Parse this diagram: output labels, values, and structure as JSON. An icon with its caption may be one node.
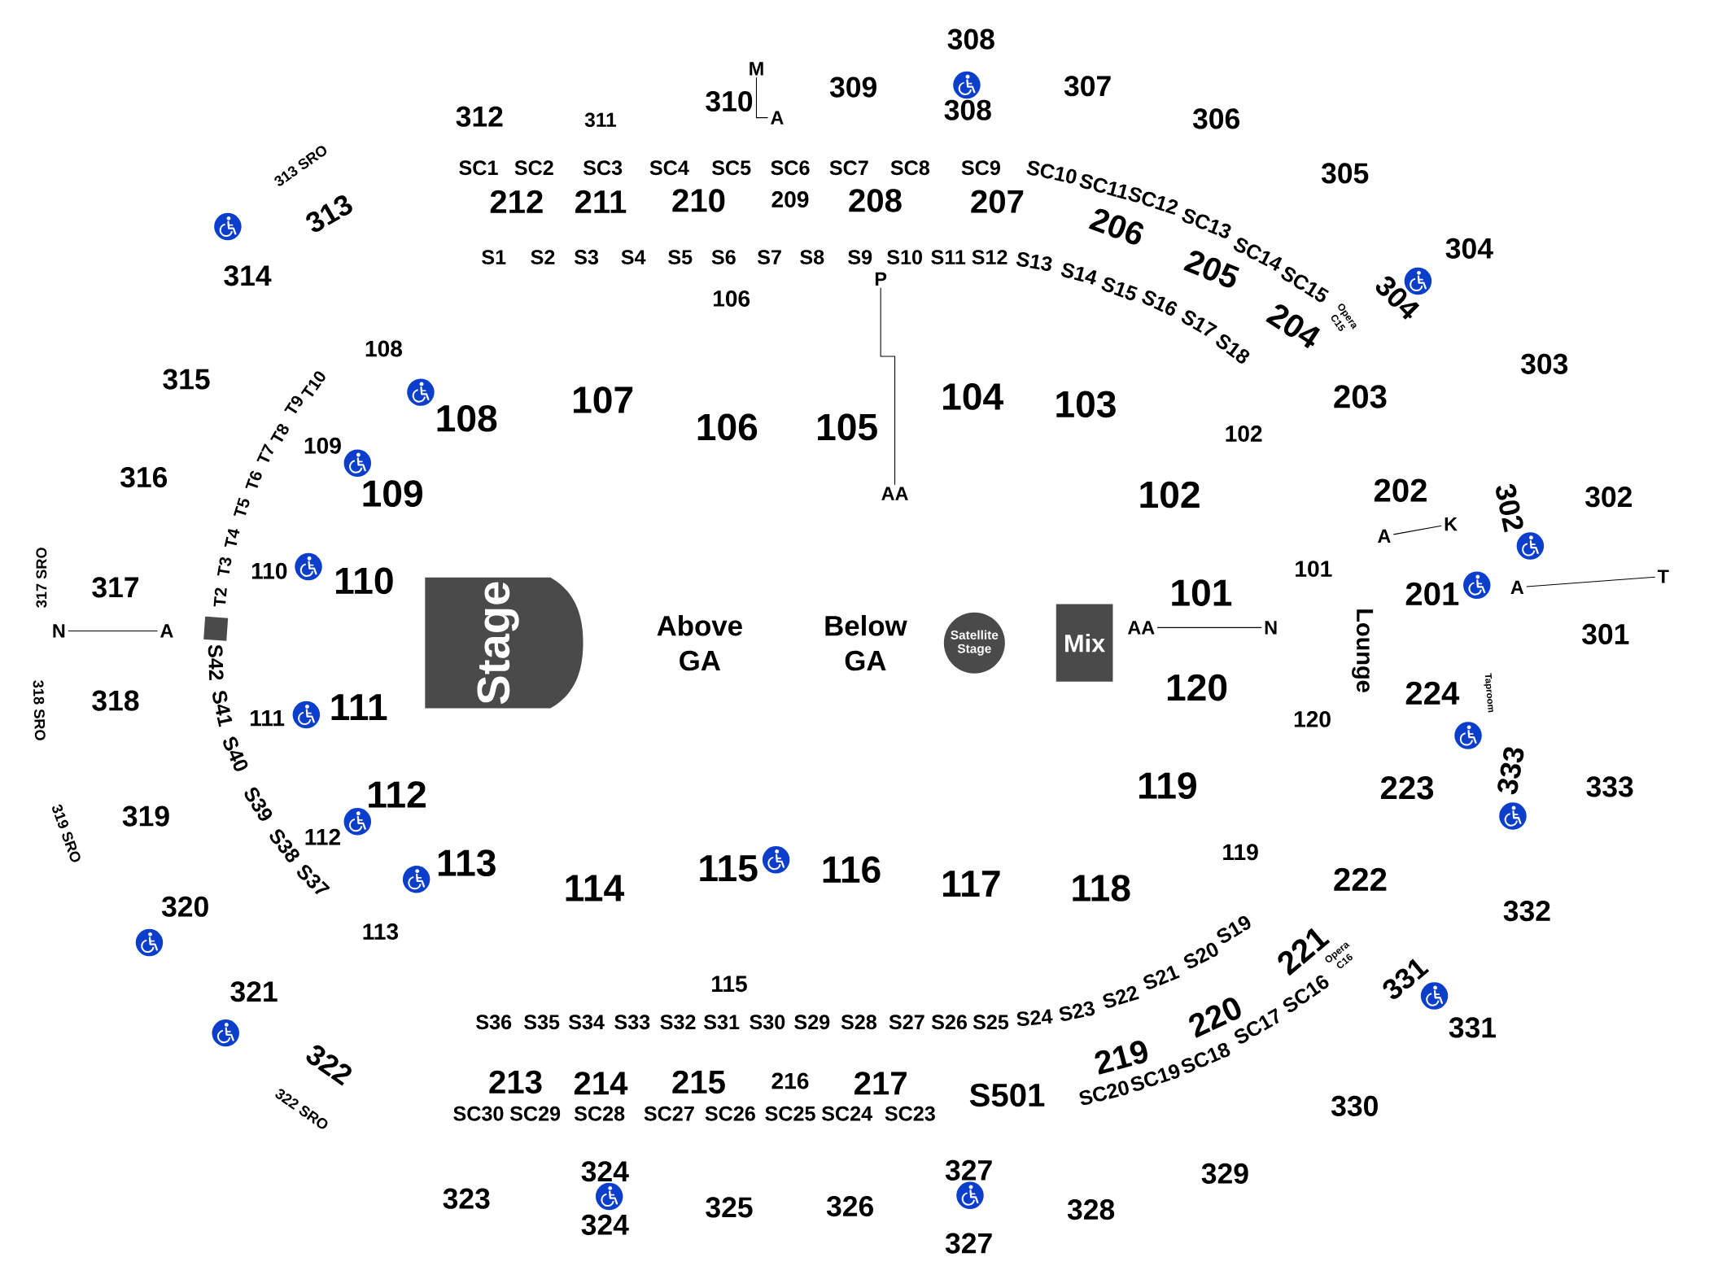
{
  "diagram": {
    "nodes": [
      {
        "text": [
          "M"
        ]
      },
      {
        "text": [
          "A"
        ]
      },
      {
        "text": [
          "P"
        ]
      },
      {
        "text": [
          "AA"
        ]
      },
      {
        "text": [
          "A"
        ]
      },
      {
        "text": [
          "K"
        ]
      },
      {
        "text": [
          "A"
        ]
      },
      {
        "text": [
          "T"
        ]
      },
      {
        "text": [
          "N"
        ]
      },
      {
        "text": [
          "A"
        ]
      },
      {
        "text": [],
        "shape": "box"
      },
      {
        "text": [
          "Stage"
        ]
      },
      {
        "text": [
          "Satellite Stage"
        ]
      },
      {
        "text": [
          "Mix"
        ]
      },
      {
        "text": [
          "AA"
        ]
      },
      {
        "text": [
          "N"
        ]
      }
    ],
    "edges": [
      {
        "from": 0,
        "to": 1,
        "arrow": "none"
      },
      {
        "from": 2,
        "to": 3,
        "arrow": "none"
      },
      {
        "from": 4,
        "to": 5,
        "arrow": "none"
      },
      {
        "from": 6,
        "to": 7,
        "arrow": "none"
      },
      {
        "from": 8,
        "to": 9,
        "arrow": "none"
      },
      {
        "from": 14,
        "to": 15,
        "arrow": "none"
      }
    ],
    "labels": [
      "308",
      "312",
      "311",
      "310",
      "309",
      "308",
      "307",
      "306",
      "313 SRO",
      "SC1",
      "SC2",
      "SC3",
      "SC4",
      "SC5",
      "SC6",
      "SC7",
      "SC8",
      "SC9",
      "SC10",
      "SC11",
      "305",
      "313",
      "212",
      "211",
      "210",
      "209",
      "208",
      "207",
      "206",
      "SC12",
      "SC13",
      "314",
      "S1",
      "S2",
      "S3",
      "S4",
      "S5",
      "S6",
      "S7",
      "S8",
      "S9",
      "S10",
      "S11",
      "S12",
      "S13",
      "S14",
      "S15",
      "205",
      "SC14",
      "SC15",
      "304",
      "106",
      "S16",
      "S17",
      "204",
      "Opera C15",
      "304",
      "108",
      "S18",
      "315",
      "T10",
      "303",
      "T9",
      "107",
      "104",
      "103",
      "203",
      "T8",
      "108",
      "106",
      "105",
      "102",
      "T7",
      "109",
      "316",
      "T5",
      "T6",
      "109",
      "102",
      "202",
      "302",
      "302",
      "317 SRO",
      "317",
      "T2",
      "T3",
      "T4",
      "110",
      "110",
      "101",
      "101",
      "201",
      "S42",
      "Above GA",
      "Below GA",
      "Lounge",
      "301",
      "318 SRO",
      "318",
      "S41",
      "111",
      "111",
      "120",
      "120",
      "224",
      "Taproom",
      "S40",
      "S39",
      "112",
      "119",
      "223",
      "333",
      "333",
      "319 SRO",
      "319",
      "S38",
      "112",
      "119",
      "S37",
      "113",
      "114",
      "115",
      "116",
      "117",
      "118",
      "222",
      "320",
      "113",
      "S19",
      "332",
      "321",
      "115",
      "S22",
      "S21",
      "S20",
      "221",
      "SC16",
      "Opera C16",
      "331",
      "S36",
      "S35",
      "S34",
      "S33",
      "S32",
      "S31",
      "S30",
      "S29",
      "S28",
      "S27",
      "S26",
      "S25",
      "S24",
      "S23",
      "220",
      "SC17",
      "331",
      "322",
      "213",
      "214",
      "215",
      "216",
      "217",
      "219",
      "SC19",
      "SC18",
      "322 SRO",
      "SC30",
      "SC29",
      "SC28",
      "SC27",
      "SC26",
      "SC25",
      "SC24",
      "SC23",
      "S501",
      "SC20",
      "330",
      "324",
      "327",
      "329",
      "323",
      "324",
      "325",
      "326",
      "327",
      "328"
    ]
  }
}
